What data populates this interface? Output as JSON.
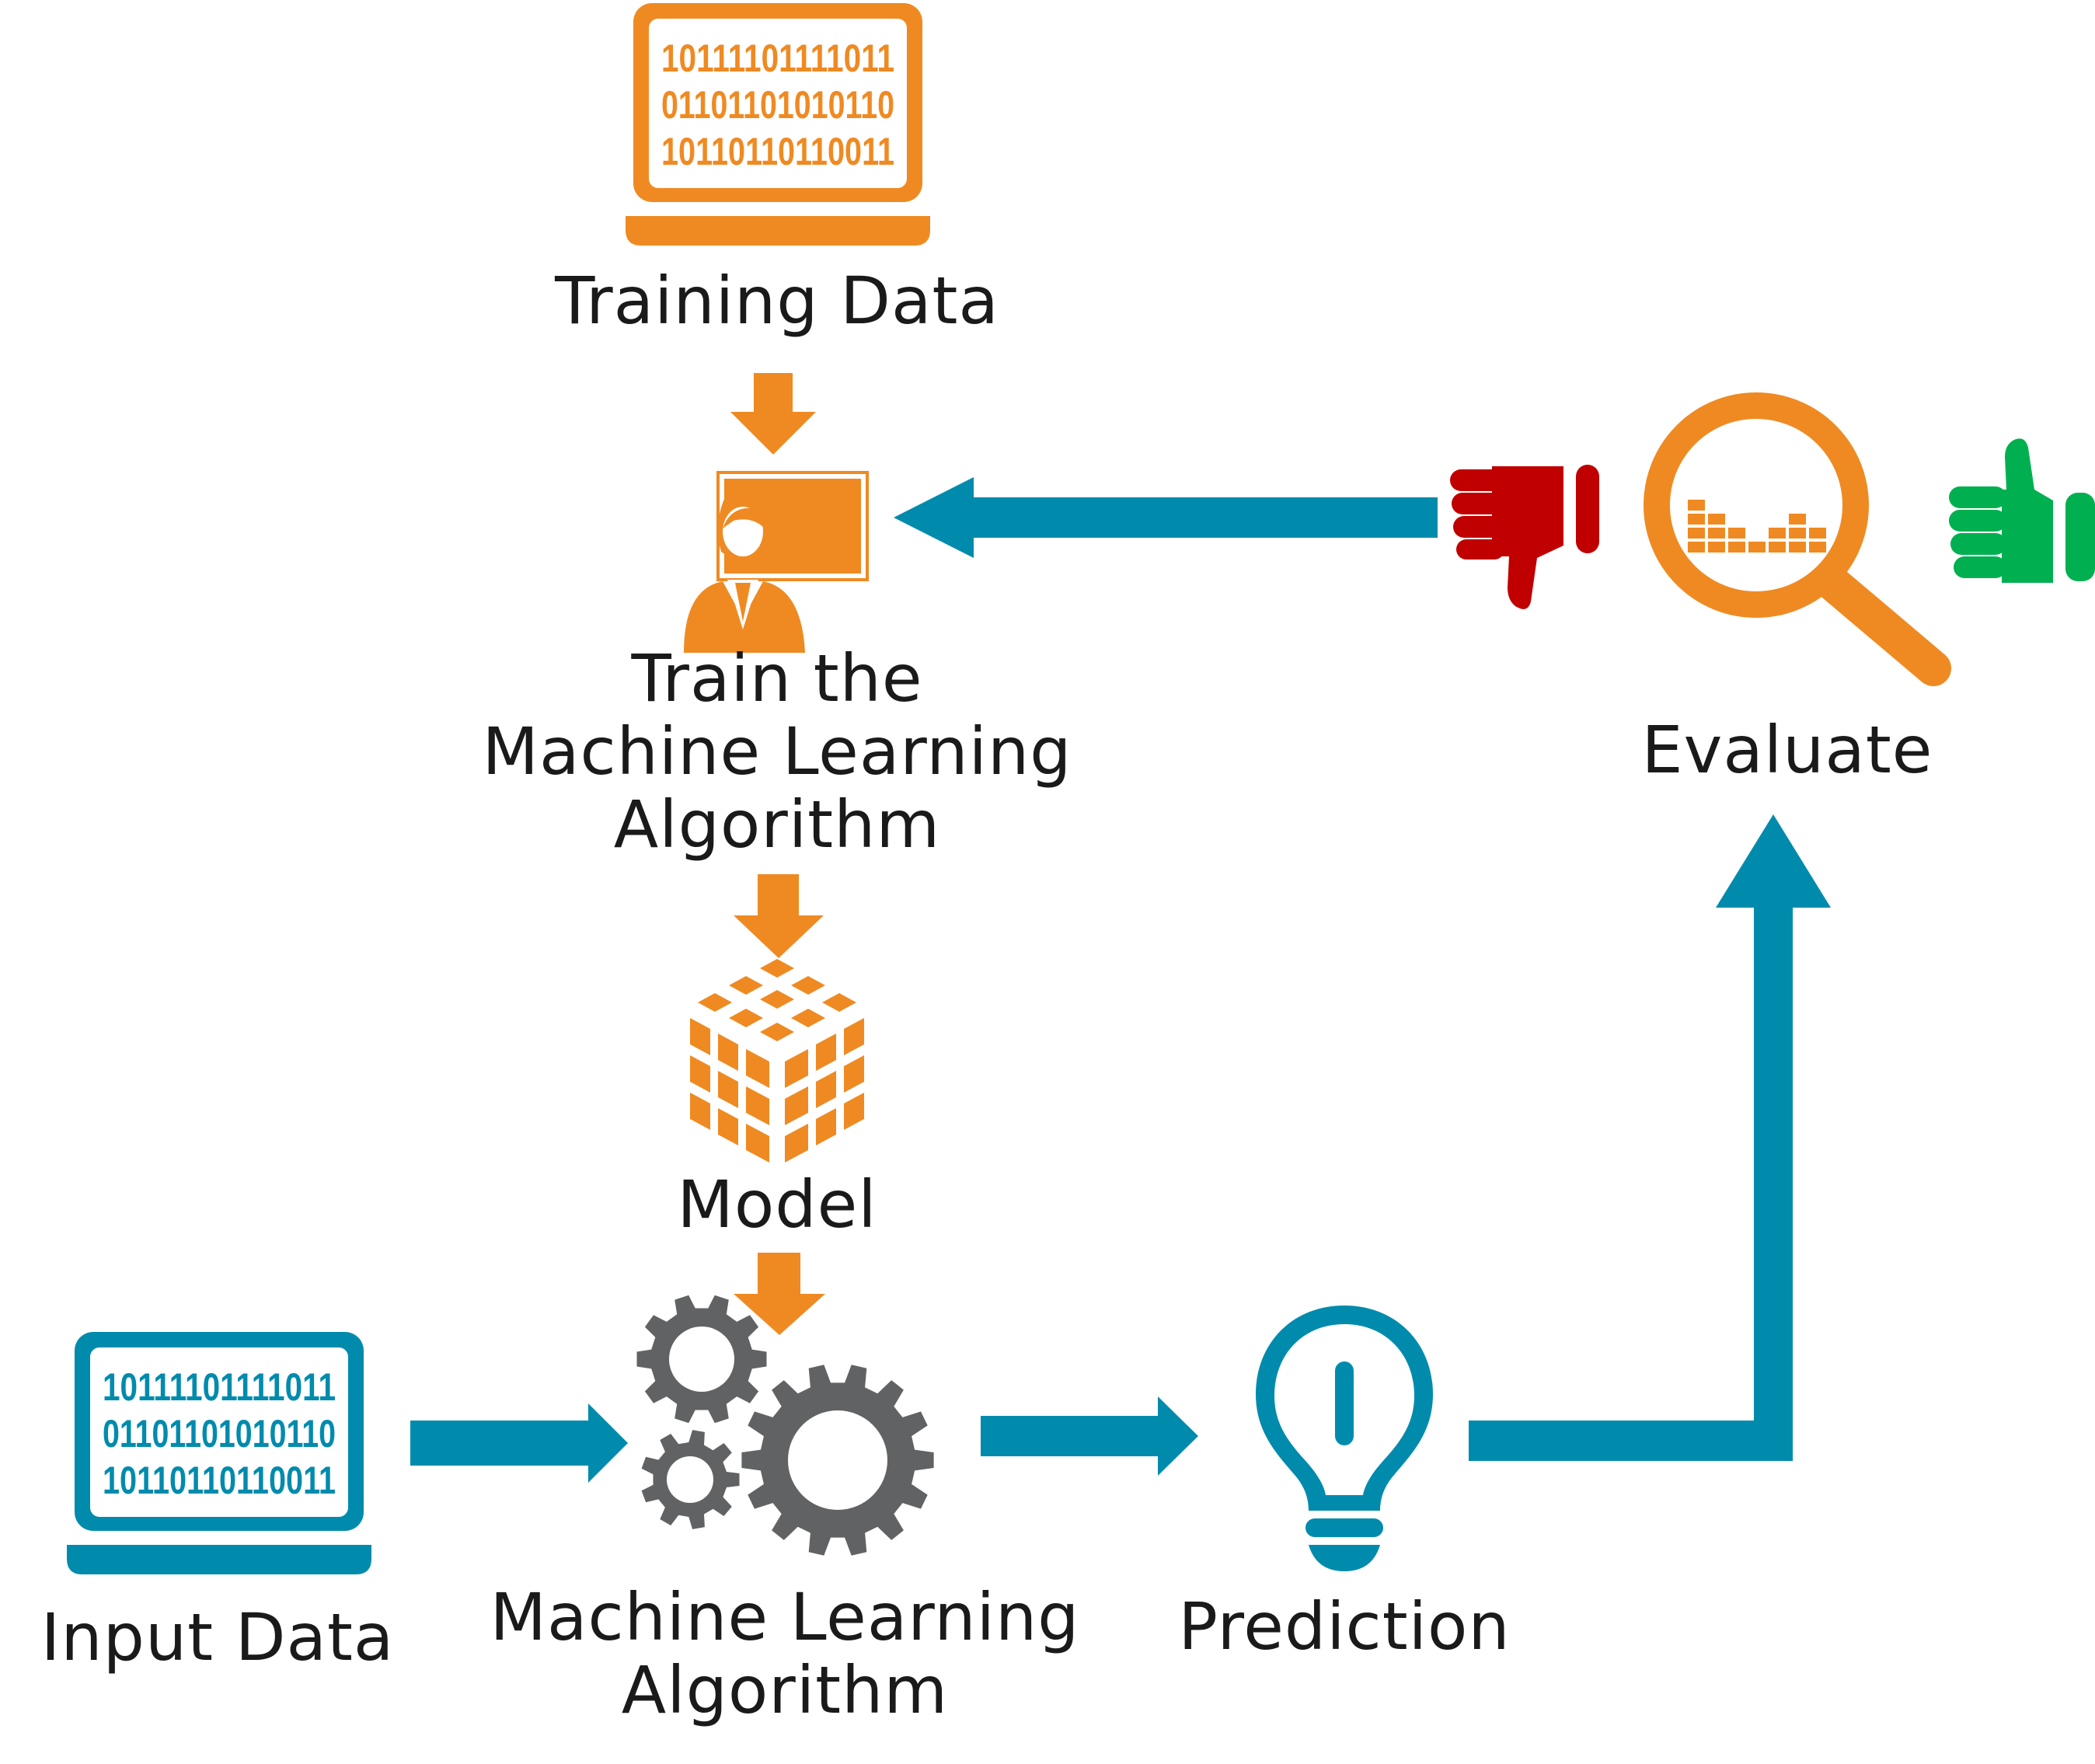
{
  "labels": {
    "training_data": "Training Data",
    "train_line1": "Train the",
    "train_line2": "Machine Learning",
    "train_line3": "Algorithm",
    "model": "Model",
    "ml_line1": "Machine Learning",
    "ml_line2": "Algorithm",
    "input_data": "Input Data",
    "prediction": "Prediction",
    "evaluate": "Evaluate"
  },
  "binary": {
    "training": [
      "10111101111011",
      "01101101010110",
      "10110110110011"
    ],
    "input": [
      "10111101111011",
      "01101101010110",
      "10110110110011"
    ]
  },
  "colors": {
    "orange": "#EF8A22",
    "teal": "#008BAD",
    "gray": "#616264",
    "red": "#C00000",
    "green": "#00B050"
  },
  "icons": {
    "training_data": "laptop-binary-icon",
    "trainer": "teacher-board-icon",
    "model": "cube-model-icon",
    "algorithm": "gears-icon",
    "input_data": "laptop-binary-icon",
    "prediction": "lightbulb-icon",
    "evaluate": "magnifier-chart-icon",
    "bad": "thumbs-down-icon",
    "good": "thumbs-up-icon"
  }
}
